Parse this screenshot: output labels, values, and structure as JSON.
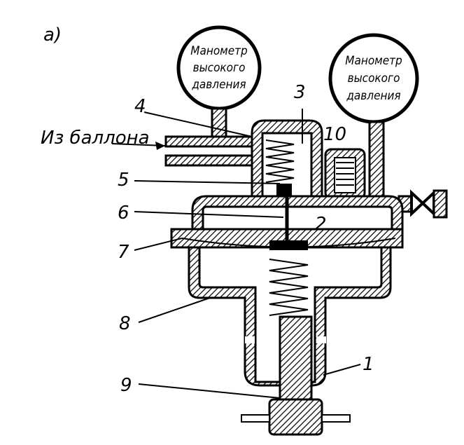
{
  "figure_label": "а)",
  "gauge_left": {
    "line1": "Манометр",
    "line2": "высокого",
    "line3": "давления"
  },
  "gauge_right": {
    "line1": "Манометр",
    "line2": "высокого",
    "line3": "давления"
  },
  "inlet_label": "Из баллона",
  "parts": {
    "p1": "1",
    "p2": "2",
    "p3": "3",
    "p4": "4",
    "p5": "5",
    "p6": "6",
    "p7": "7",
    "p8": "8",
    "p9": "9",
    "p10": "10"
  }
}
